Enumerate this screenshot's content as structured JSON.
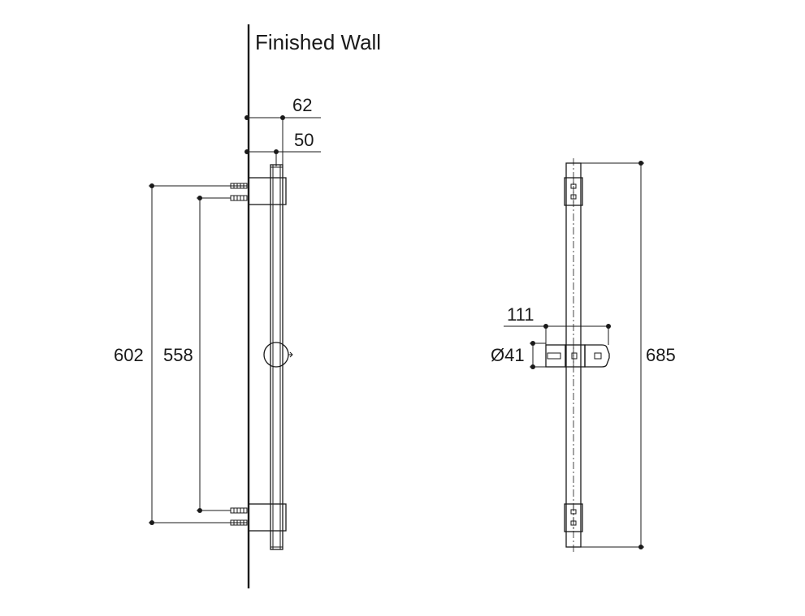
{
  "wall_label": "Finished Wall",
  "dimensions": {
    "rail_projection": "62",
    "bracket_projection": "50",
    "bracket_outer_spacing": "602",
    "fixing_spacing": "558",
    "slider_projection": "111",
    "rail_diameter": "Ø41",
    "overall_length": "685"
  },
  "colors": {
    "line": "#1a1a1a",
    "background": "#ffffff"
  }
}
